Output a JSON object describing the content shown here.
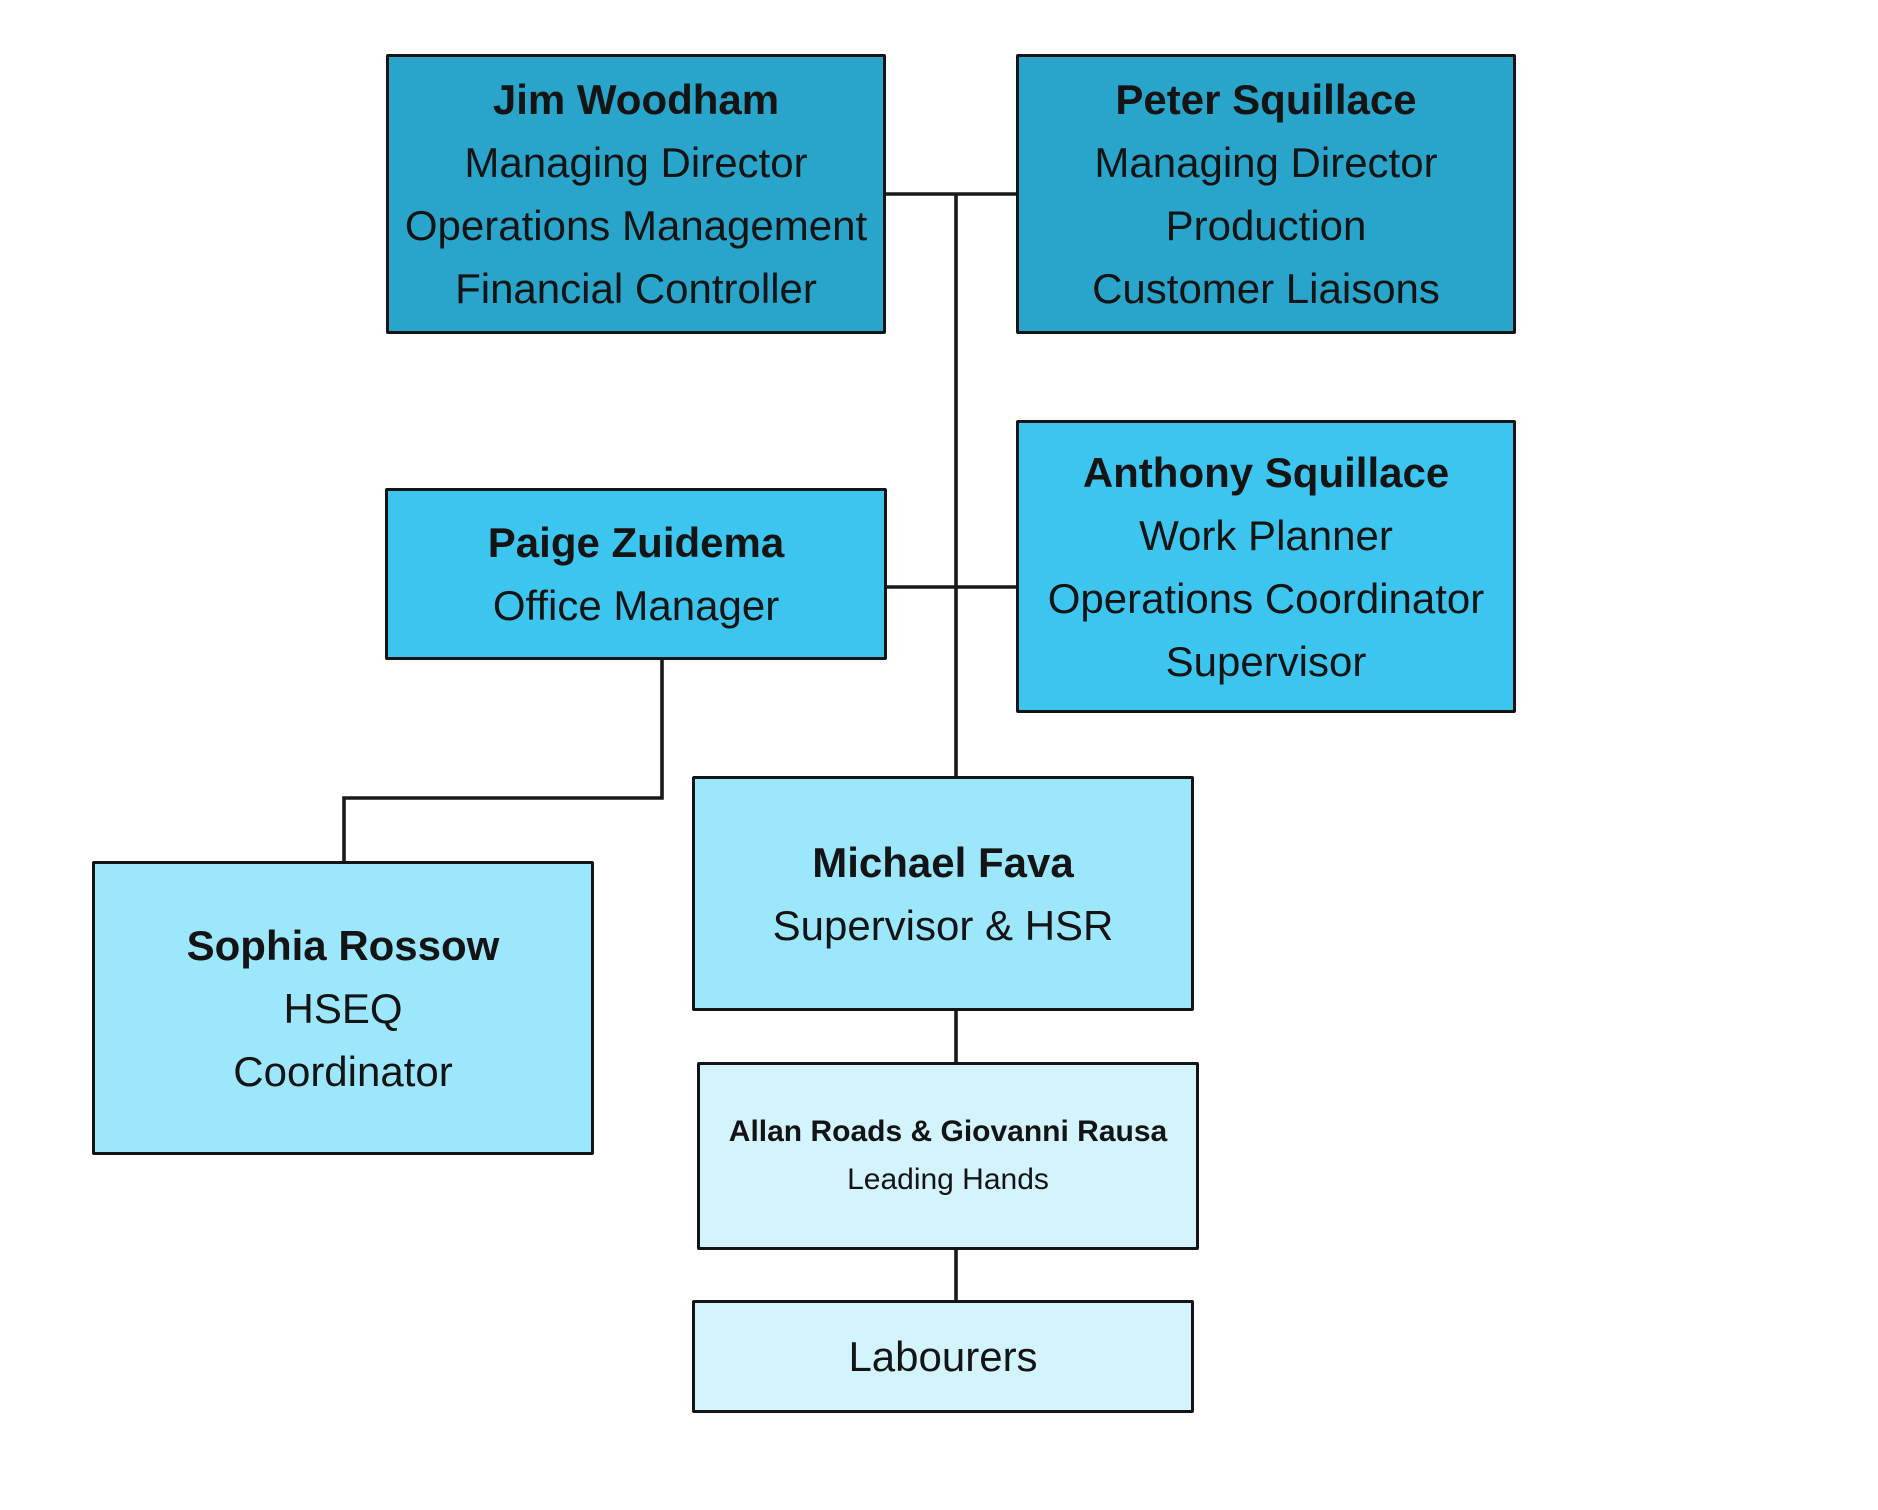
{
  "org_chart": {
    "jim": {
      "name": "Jim Woodham",
      "roles": [
        "Managing Director",
        "Operations Management",
        "Financial Controller"
      ]
    },
    "peter": {
      "name": "Peter Squillace",
      "roles": [
        "Managing Director",
        "Production",
        "Customer Liaisons"
      ]
    },
    "anthony": {
      "name": "Anthony Squillace",
      "roles": [
        "Work Planner",
        "Operations Coordinator",
        "Supervisor"
      ]
    },
    "paige": {
      "name": "Paige Zuidema",
      "roles": [
        "Office Manager"
      ]
    },
    "michael": {
      "name": "Michael Fava",
      "roles": [
        "Supervisor & HSR"
      ]
    },
    "sophia": {
      "name": "Sophia Rossow",
      "roles": [
        "HSEQ",
        "Coordinator"
      ]
    },
    "allan": {
      "name": "Allan Roads & Giovanni Rausa",
      "roles": [
        "Leading Hands"
      ]
    },
    "labourers": {
      "name": "",
      "roles": [
        "Labourers"
      ]
    }
  },
  "colors": {
    "level_1": "#29a4ca",
    "level_2": "#3cc5ee",
    "level_3": "#9de7fd",
    "level_4": "#d3f4fd",
    "border": "#141414",
    "connector": "#1a1a1a"
  }
}
